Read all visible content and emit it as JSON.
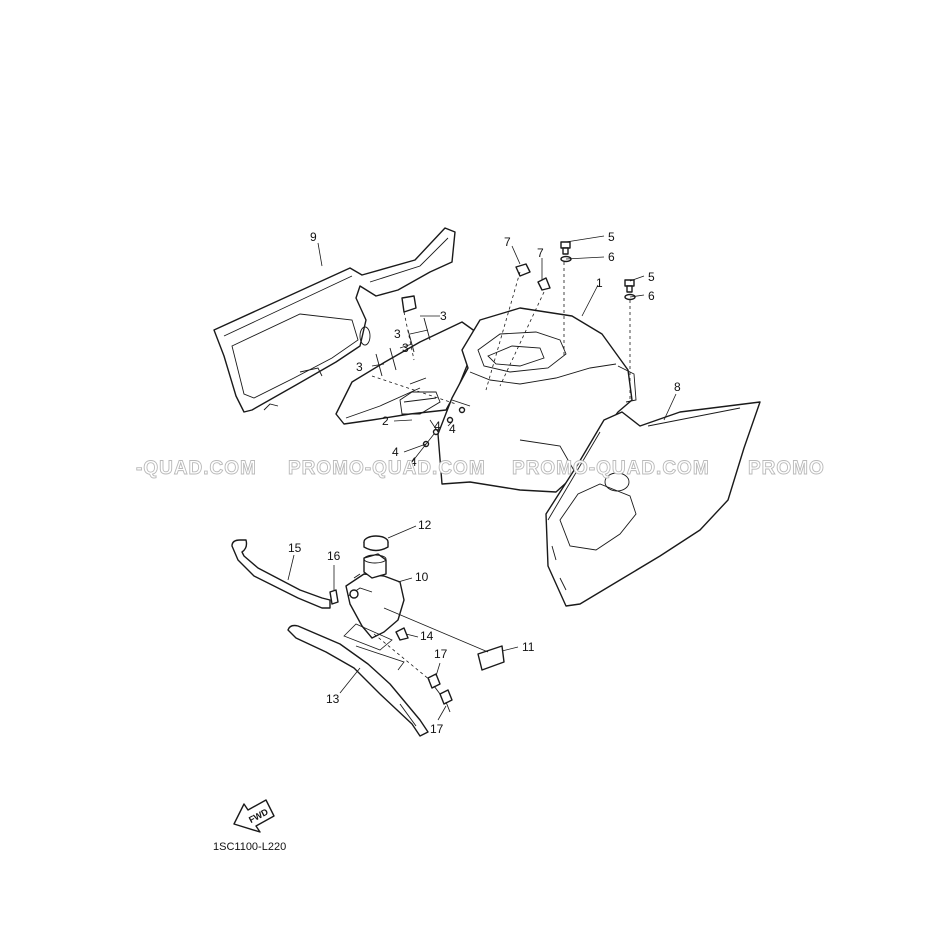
{
  "diagram": {
    "code": "1SC1100-L220",
    "fwd_label": "FWD",
    "watermark": [
      "-QUAD.COM",
      "PROMO-QUAD.COM",
      "PROMO-QUAD.COM",
      "PROMO"
    ],
    "callouts": [
      "1",
      "2",
      "3",
      "3",
      "3",
      "3",
      "4",
      "4",
      "4",
      "4",
      "5",
      "5",
      "6",
      "6",
      "7",
      "7",
      "8",
      "9",
      "10",
      "11",
      "12",
      "13",
      "14",
      "15",
      "16",
      "17",
      "17"
    ]
  }
}
